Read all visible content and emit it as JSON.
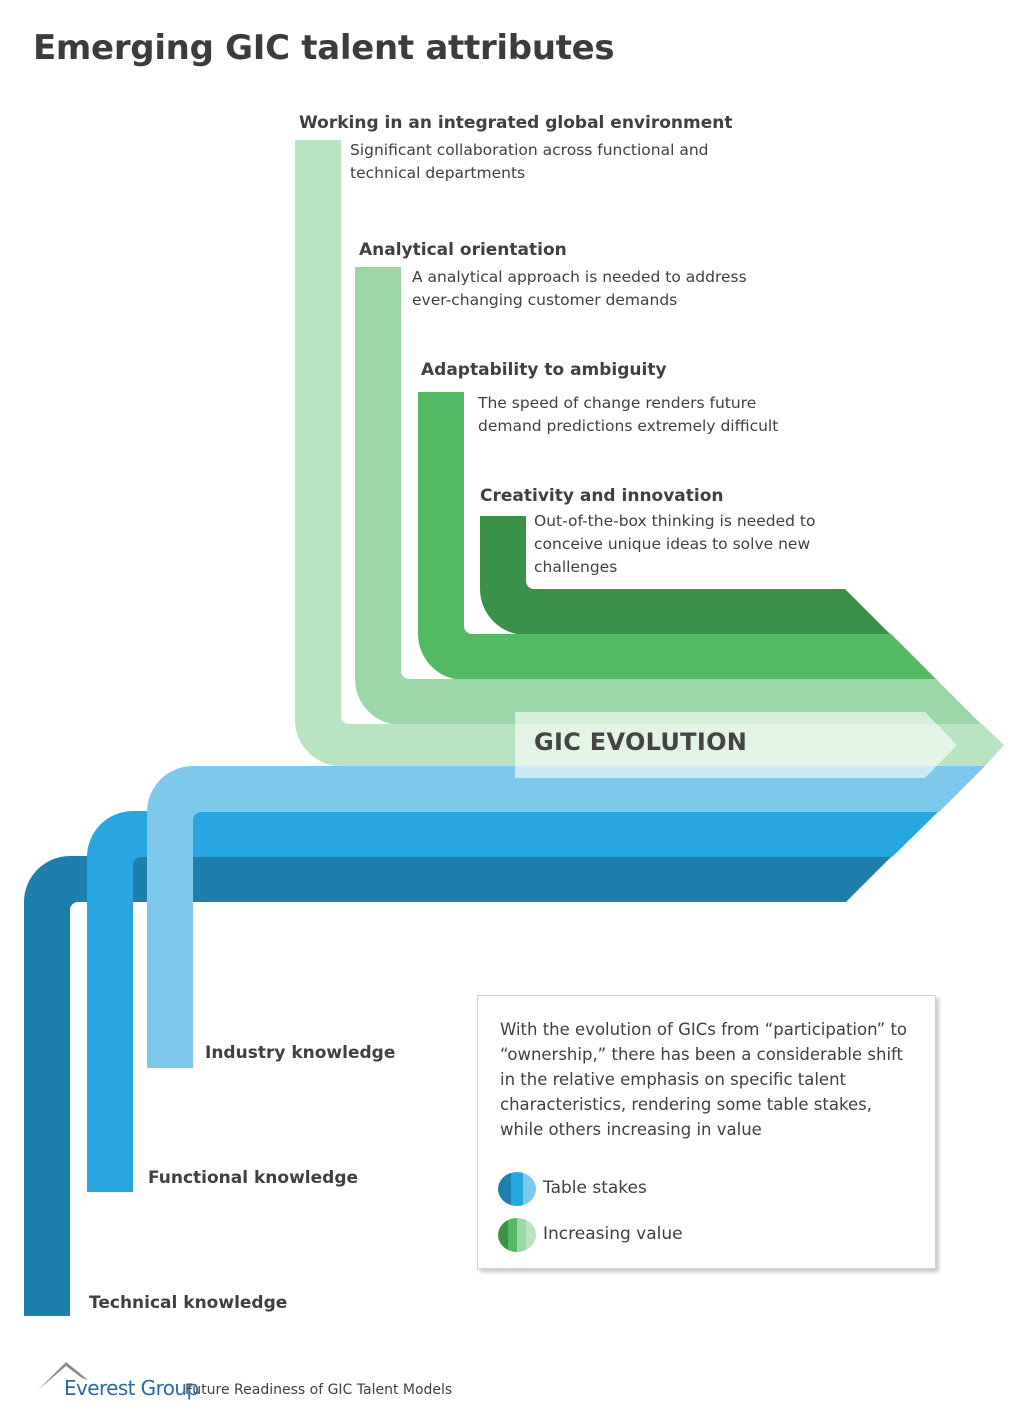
{
  "title": "Emerging GIC talent attributes",
  "colors": {
    "green_1": "#b8e4c2",
    "green_2": "#9ad6a6",
    "green_3": "#54b963",
    "green_4": "#3a9148",
    "blue_1": "#7dc9ec",
    "blue_2": "#27a6e1",
    "blue_3": "#1c7fac",
    "brand_blue": "#2b6aa3"
  },
  "increasing_value": [
    {
      "title": "Working in an integrated global environment",
      "description": "Significant collaboration across functional and technical departments"
    },
    {
      "title": "Analytical orientation",
      "description": "A analytical approach is needed to address ever-changing customer demands"
    },
    {
      "title": "Adaptability to ambiguity",
      "description": "The speed of change renders future demand predictions extremely difficult"
    },
    {
      "title": "Creativity and innovation",
      "description": "Out-of-the-box thinking is needed to conceive unique ideas to solve new challenges"
    }
  ],
  "table_stakes": [
    {
      "label": "Industry knowledge"
    },
    {
      "label": "Functional knowledge"
    },
    {
      "label": "Technical knowledge"
    }
  ],
  "arrow_label": "GIC EVOLUTION",
  "info_box": {
    "text": "With the evolution of GICs from “participation” to “ownership,” there has been a considerable shift in the relative emphasis on specific talent characteristics, rendering some table stakes, while others increasing in value",
    "legend": [
      {
        "label": "Table stakes",
        "swatch": "blue-swatch-icon"
      },
      {
        "label": "Increasing value",
        "swatch": "green-swatch-icon"
      }
    ]
  },
  "footer": {
    "brand": "Everest Group",
    "report": "Future Readiness of GIC Talent Models"
  }
}
